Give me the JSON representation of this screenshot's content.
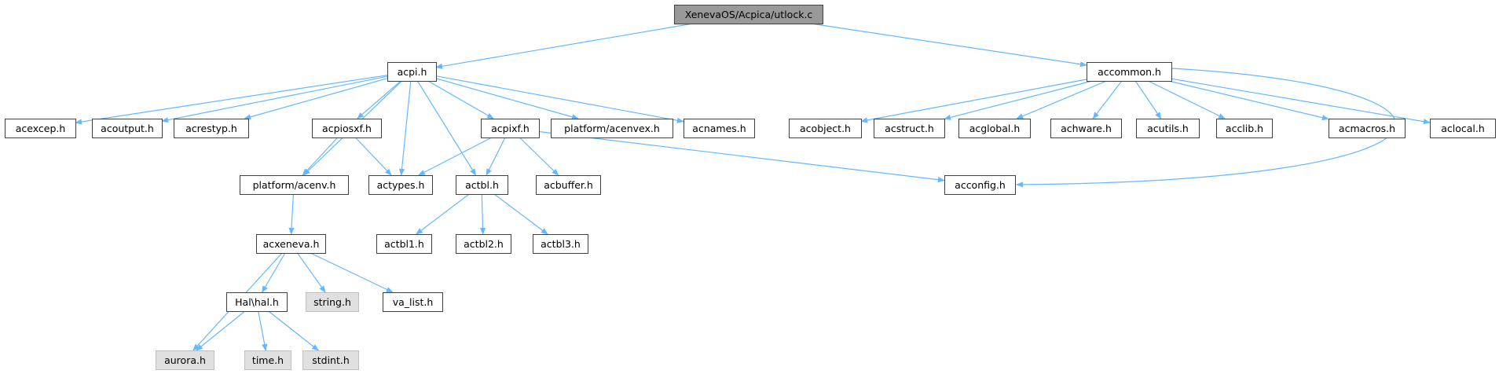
{
  "diagram": {
    "root": "XenevaOS/Acpica/utlock.c",
    "nodes": {
      "root": {
        "label": "XenevaOS/Acpica/utlock.c",
        "style": "root"
      },
      "acpi": {
        "label": "acpi.h",
        "style": "file"
      },
      "accommon": {
        "label": "accommon.h",
        "style": "file"
      },
      "acexcep": {
        "label": "acexcep.h",
        "style": "file"
      },
      "acoutput": {
        "label": "acoutput.h",
        "style": "file"
      },
      "acrestyp": {
        "label": "acrestyp.h",
        "style": "file"
      },
      "acpiosxf": {
        "label": "acpiosxf.h",
        "style": "file"
      },
      "acpixf": {
        "label": "acpixf.h",
        "style": "file"
      },
      "acenvex": {
        "label": "platform/acenvex.h",
        "style": "file"
      },
      "acnames": {
        "label": "acnames.h",
        "style": "file"
      },
      "acobject": {
        "label": "acobject.h",
        "style": "file"
      },
      "acstruct": {
        "label": "acstruct.h",
        "style": "file"
      },
      "acglobal": {
        "label": "acglobal.h",
        "style": "file"
      },
      "achware": {
        "label": "achware.h",
        "style": "file"
      },
      "acutils": {
        "label": "acutils.h",
        "style": "file"
      },
      "acclib": {
        "label": "acclib.h",
        "style": "file"
      },
      "acmacros": {
        "label": "acmacros.h",
        "style": "file"
      },
      "aclocal": {
        "label": "aclocal.h",
        "style": "file"
      },
      "acenv": {
        "label": "platform/acenv.h",
        "style": "file"
      },
      "actypes": {
        "label": "actypes.h",
        "style": "file"
      },
      "actbl": {
        "label": "actbl.h",
        "style": "file"
      },
      "acbuffer": {
        "label": "acbuffer.h",
        "style": "file"
      },
      "acconfig": {
        "label": "acconfig.h",
        "style": "file"
      },
      "acxeneva": {
        "label": "acxeneva.h",
        "style": "file"
      },
      "actbl1": {
        "label": "actbl1.h",
        "style": "file"
      },
      "actbl2": {
        "label": "actbl2.h",
        "style": "file"
      },
      "actbl3": {
        "label": "actbl3.h",
        "style": "file"
      },
      "halhal": {
        "label": "Hal\\hal.h",
        "style": "file"
      },
      "string": {
        "label": "string.h",
        "style": "system"
      },
      "valist": {
        "label": "va_list.h",
        "style": "file"
      },
      "aurora": {
        "label": "aurora.h",
        "style": "system"
      },
      "time": {
        "label": "time.h",
        "style": "system"
      },
      "stdint": {
        "label": "stdint.h",
        "style": "system"
      }
    },
    "edges": [
      [
        "root",
        "acpi"
      ],
      [
        "root",
        "accommon"
      ],
      [
        "acpi",
        "acexcep"
      ],
      [
        "acpi",
        "acoutput"
      ],
      [
        "acpi",
        "acrestyp"
      ],
      [
        "acpi",
        "acpiosxf"
      ],
      [
        "acpi",
        "acpixf"
      ],
      [
        "acpi",
        "acenvex"
      ],
      [
        "acpi",
        "acnames"
      ],
      [
        "acpi",
        "acenv"
      ],
      [
        "acpi",
        "actypes"
      ],
      [
        "acpi",
        "actbl"
      ],
      [
        "accommon",
        "acobject"
      ],
      [
        "accommon",
        "acstruct"
      ],
      [
        "accommon",
        "acglobal"
      ],
      [
        "accommon",
        "achware"
      ],
      [
        "accommon",
        "acutils"
      ],
      [
        "accommon",
        "acclib"
      ],
      [
        "accommon",
        "acmacros"
      ],
      [
        "accommon",
        "aclocal"
      ],
      [
        "accommon",
        "acconfig"
      ],
      [
        "acpiosxf",
        "acenv"
      ],
      [
        "acpiosxf",
        "actypes"
      ],
      [
        "acpixf",
        "actypes"
      ],
      [
        "acpixf",
        "actbl"
      ],
      [
        "acpixf",
        "acbuffer"
      ],
      [
        "acpixf",
        "acconfig"
      ],
      [
        "acenv",
        "acxeneva"
      ],
      [
        "actbl",
        "actbl1"
      ],
      [
        "actbl",
        "actbl2"
      ],
      [
        "actbl",
        "actbl3"
      ],
      [
        "acxeneva",
        "halhal"
      ],
      [
        "acxeneva",
        "string"
      ],
      [
        "acxeneva",
        "valist"
      ],
      [
        "acxeneva",
        "aurora"
      ],
      [
        "halhal",
        "aurora"
      ],
      [
        "halhal",
        "time"
      ],
      [
        "halhal",
        "stdint"
      ]
    ],
    "colors": {
      "edge": "#63b8ff",
      "node_border": "#404040",
      "file_fill": "#ffffff",
      "system_fill": "#e0e0e0",
      "root_fill": "#999999"
    }
  }
}
